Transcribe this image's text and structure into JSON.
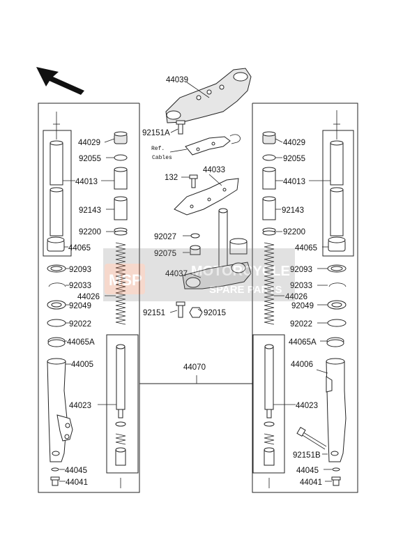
{
  "parts": {
    "p44039": "44039",
    "p92151A": "92151A",
    "p44033": "44033",
    "p132": "132",
    "p92027": "92027",
    "p92075": "92075",
    "p44037": "44037",
    "p92151": "92151",
    "p92015": "92015",
    "p44070": "44070",
    "L44029": "44029",
    "L92055": "92055",
    "L44013": "44013",
    "L92143": "92143",
    "L92200": "92200",
    "L44065": "44065",
    "L92093": "92093",
    "L92033": "92033",
    "L44026": "44026",
    "L92049": "92049",
    "L92022": "92022",
    "L44065A": "44065A",
    "L44005": "44005",
    "L44023": "44023",
    "L44045": "44045",
    "L44041": "44041",
    "R44029": "44029",
    "R92055": "92055",
    "R44013": "44013",
    "R92143": "92143",
    "R92200": "92200",
    "R44065": "44065",
    "R92093": "92093",
    "R92033": "92033",
    "R44026": "44026",
    "R92049": "92049",
    "R92022": "92022",
    "R44065A": "44065A",
    "R44006": "44006",
    "R44023": "44023",
    "R92151B": "92151B",
    "R44045": "44045",
    "R44041": "44041"
  },
  "ref_note": {
    "line1": "Ref.",
    "line2": "Cables"
  },
  "watermark": {
    "logo": "MSP",
    "line1": "MOTORCYCLE",
    "line2": "SPARE PARTS"
  }
}
